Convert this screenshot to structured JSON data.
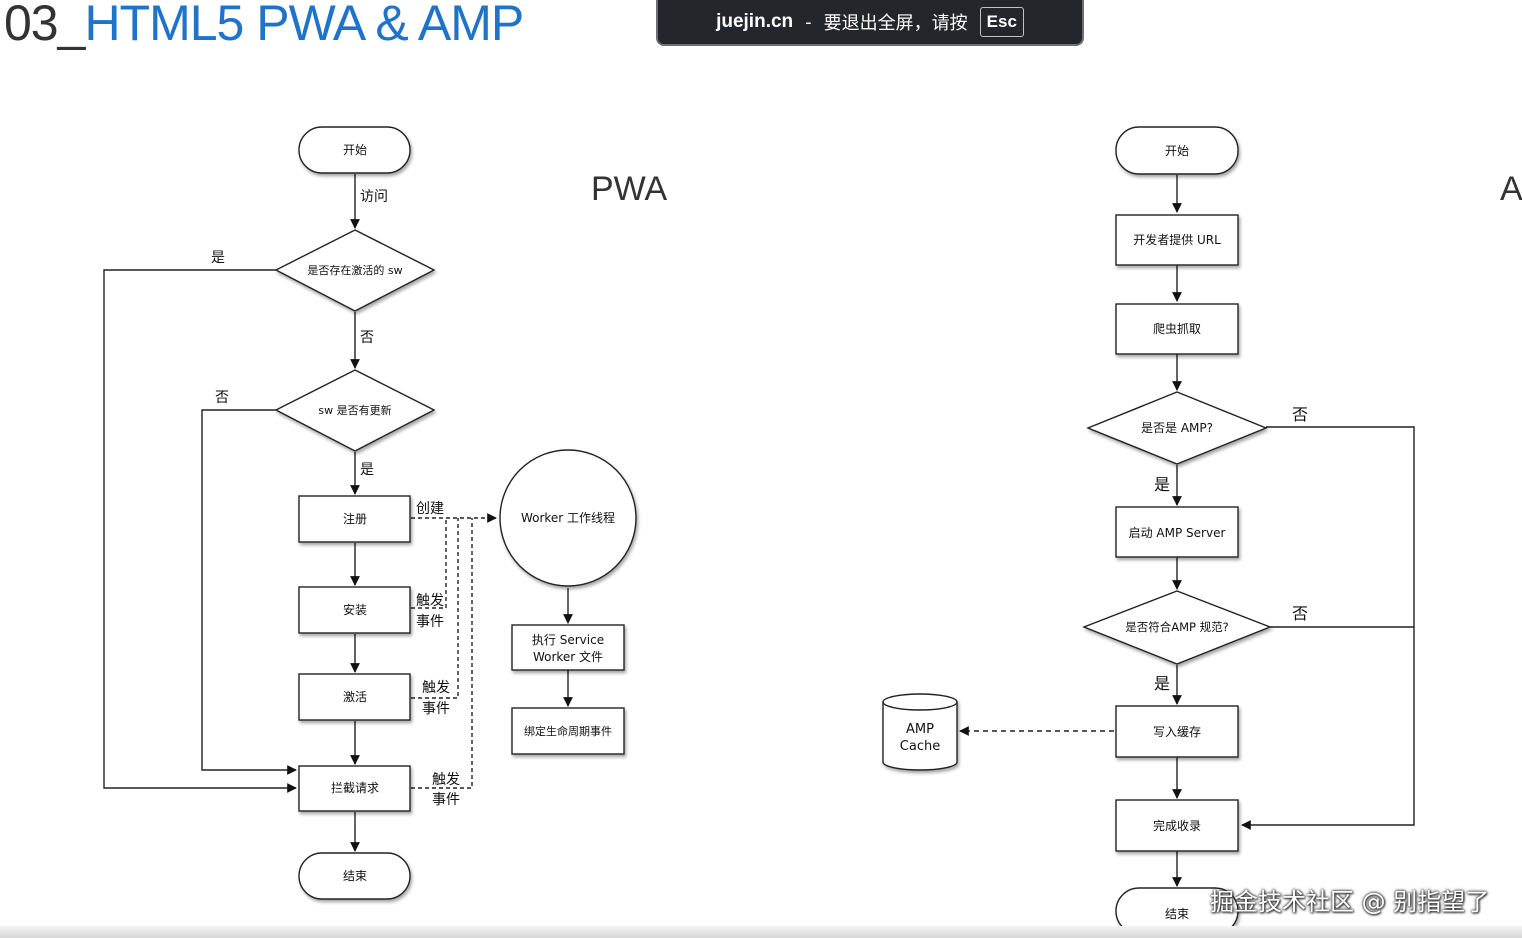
{
  "slide": {
    "title_number": "03_",
    "title_text": "HTML5 PWA & AMP"
  },
  "fullscreen_toast": {
    "site": "juejin.cn",
    "separator": "-",
    "message": "要退出全屏，请按",
    "key": "Esc"
  },
  "pwa_flow": {
    "section_label": "PWA",
    "nodes": {
      "start": "开始",
      "has_active_sw": "是否存在激活的 sw",
      "sw_updated": "sw 是否有更新",
      "register": "注册",
      "install": "安装",
      "activate": "激活",
      "intercept": "拦截请求",
      "end": "结束",
      "worker_thread": "Worker 工作线程",
      "exec_sw_line1": "执行 Service",
      "exec_sw_line2": "Worker 文件",
      "bind_lifecycle": "绑定生命周期事件"
    },
    "edges": {
      "visit": "访问",
      "yes_active": "是",
      "no_active": "否",
      "no_update": "否",
      "yes_update": "是",
      "create": "创建",
      "trigger_event_1": "触发",
      "trigger_event_1b": "事件",
      "trigger_event_2": "触发",
      "trigger_event_2b": "事件",
      "trigger_event_3": "触发",
      "trigger_event_3b": "事件"
    }
  },
  "amp_flow": {
    "section_label": "A",
    "nodes": {
      "start": "开始",
      "dev_url": "开发者提供 URL",
      "crawl": "爬虫抓取",
      "is_amp": "是否是 AMP?",
      "start_server": "启动 AMP Server",
      "meets_spec": "是否符合AMP 规范?",
      "write_cache": "写入缓存",
      "done": "完成收录",
      "end": "结束",
      "cache_line1": "AMP",
      "cache_line2": "Cache"
    },
    "edges": {
      "yes_amp": "是",
      "no_amp": "否",
      "yes_spec": "是",
      "no_spec": "否"
    }
  },
  "watermark": "掘金技术社区 @ 别指望了"
}
